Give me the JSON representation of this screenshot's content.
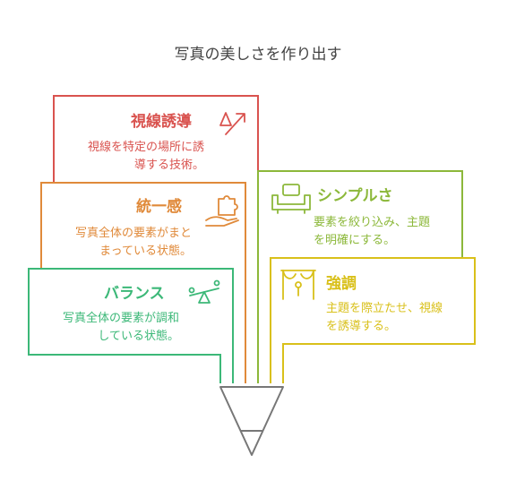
{
  "title": "写真の美しさを作り出す",
  "colors": {
    "red": "#d9534f",
    "orange": "#e08a3a",
    "green": "#3cb878",
    "lime": "#8cb83a",
    "yellow": "#d9c01a",
    "funnel": "#777777"
  },
  "cards": {
    "visual_guidance": {
      "title": "視線誘導",
      "icon": "pencil-arrow-icon",
      "desc": [
        "視線を特定の場所に誘",
        "導する技術。"
      ]
    },
    "unity": {
      "title": "統一感",
      "icon": "puzzle-hand-icon",
      "desc": [
        "写真全体の要素がまと",
        "まっている状態。"
      ]
    },
    "balance": {
      "title": "バランス",
      "icon": "seesaw-icon",
      "desc": [
        "写真全体の要素が調和",
        "している状態。"
      ]
    },
    "simple": {
      "title": "シンプルさ",
      "icon": "sofa-icon",
      "desc": [
        "要素を絞り込み、主題",
        "を明確にする。"
      ]
    },
    "emphasis": {
      "title": "強調",
      "icon": "spotlight-stage-icon",
      "desc": [
        "主題を際立たせ、視線",
        "を誘導する。"
      ]
    }
  }
}
